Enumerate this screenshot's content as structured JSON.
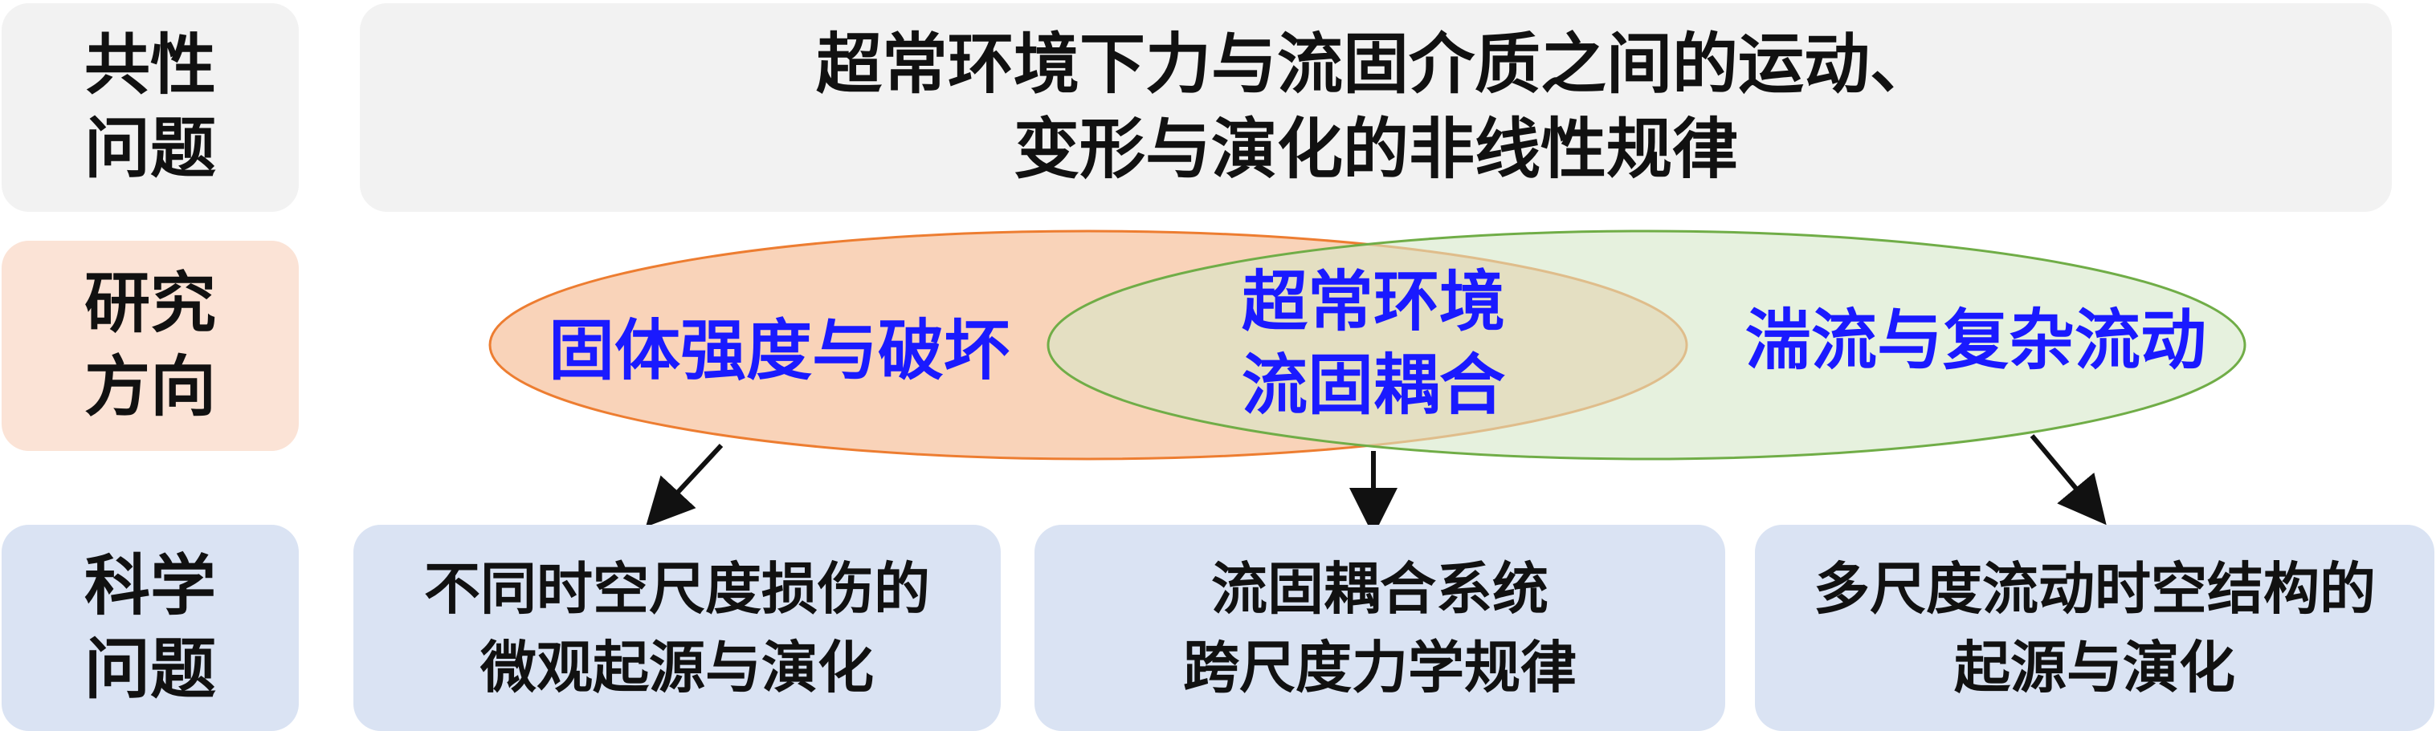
{
  "rows": {
    "common": {
      "label": "共性\n问题"
    },
    "direction": {
      "label": "研究\n方向"
    },
    "science": {
      "label": "科学\n问题"
    }
  },
  "common_problem": {
    "text": "超常环境下力与流固介质之间的运动、\n变形与演化的非线性规律"
  },
  "directions": {
    "solid": {
      "label": "固体强度与破坏",
      "fill": "#f8cbad",
      "stroke": "#ed7d31"
    },
    "coupling": {
      "label": "超常环境\n流固耦合"
    },
    "turbulence": {
      "label": "湍流与复杂流动",
      "fill": "#d5e8c8",
      "stroke": "#70ad47"
    },
    "text_color": "#1a1aff"
  },
  "questions": [
    {
      "text": "不同时空尺度损伤的\n微观起源与演化"
    },
    {
      "text": "流固耦合系统\n跨尺度力学规律"
    },
    {
      "text": "多尺度流动时空结构的\n起源与演化"
    }
  ]
}
